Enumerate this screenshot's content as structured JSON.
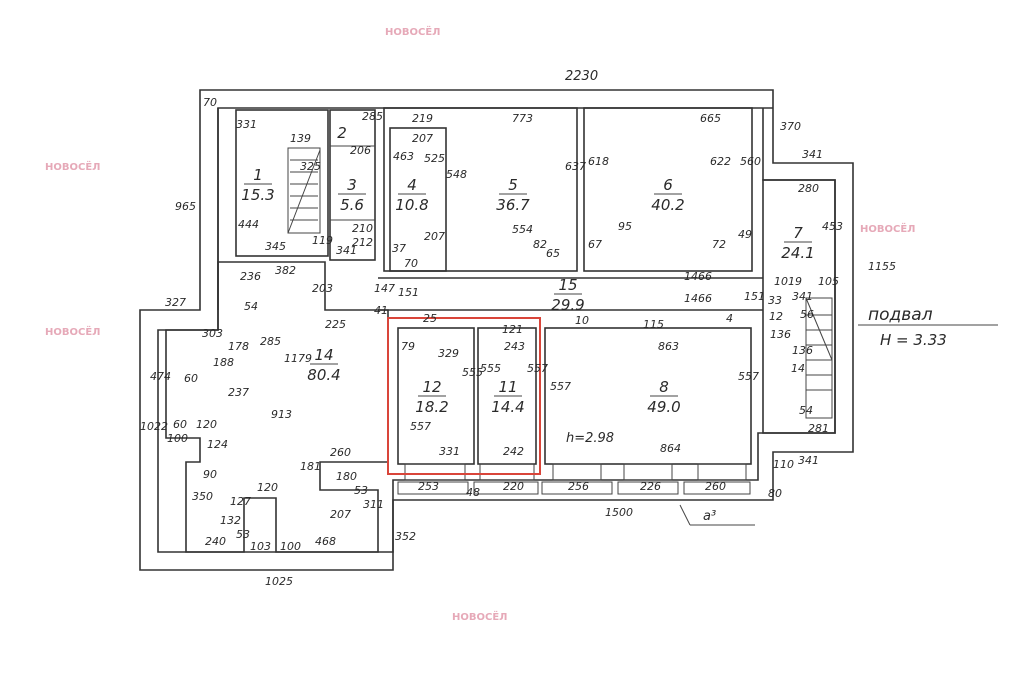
{
  "plan": {
    "overall_width": "2230",
    "floor_label": "подвал",
    "floor_height": "H = 3.33",
    "room8_height": "h=2.98",
    "axis_mark": "а³",
    "watermark": "НОВОСЁЛ",
    "highlight_color": "#d9453a",
    "rooms": [
      {
        "number": "1",
        "area": "15.3"
      },
      {
        "number": "2",
        "area": ""
      },
      {
        "number": "3",
        "area": "5.6"
      },
      {
        "number": "4",
        "area": "10.8"
      },
      {
        "number": "5",
        "area": "36.7"
      },
      {
        "number": "6",
        "area": "40.2"
      },
      {
        "number": "7",
        "area": "24.1"
      },
      {
        "number": "8",
        "area": "49.0"
      },
      {
        "number": "11",
        "area": "14.4"
      },
      {
        "number": "12",
        "area": "18.2"
      },
      {
        "number": "14",
        "area": "80.4"
      },
      {
        "number": "15",
        "area": "29.9"
      }
    ],
    "dimensions": [
      "70",
      "965",
      "327",
      "1022",
      "1025",
      "352",
      "331",
      "444",
      "345",
      "139",
      "325",
      "119",
      "341",
      "382",
      "236",
      "54",
      "203",
      "285",
      "206",
      "210",
      "212",
      "219",
      "207",
      "463",
      "525",
      "548",
      "207",
      "37",
      "70",
      "773",
      "637",
      "554",
      "82",
      "65",
      "151",
      "147",
      "41",
      "665",
      "618",
      "622",
      "560",
      "95",
      "67",
      "72",
      "49",
      "370",
      "341",
      "280",
      "453",
      "1155",
      "1466",
      "1466",
      "151",
      "33",
      "1019",
      "341",
      "105",
      "56",
      "12",
      "136",
      "136",
      "14",
      "54",
      "281",
      "341",
      "110",
      "80",
      "1500",
      "225",
      "303",
      "178",
      "188",
      "60",
      "474",
      "285",
      "237",
      "1179",
      "913",
      "60",
      "120",
      "100",
      "124",
      "90",
      "350",
      "120",
      "127",
      "132",
      "53",
      "103",
      "100",
      "240",
      "468",
      "260",
      "181",
      "180",
      "53",
      "207",
      "311",
      "25",
      "79",
      "329",
      "555",
      "557",
      "331",
      "121",
      "243",
      "555",
      "557",
      "242",
      "253",
      "48",
      "220",
      "863",
      "557",
      "557",
      "864",
      "256",
      "226",
      "260",
      "10",
      "115",
      "4"
    ]
  }
}
